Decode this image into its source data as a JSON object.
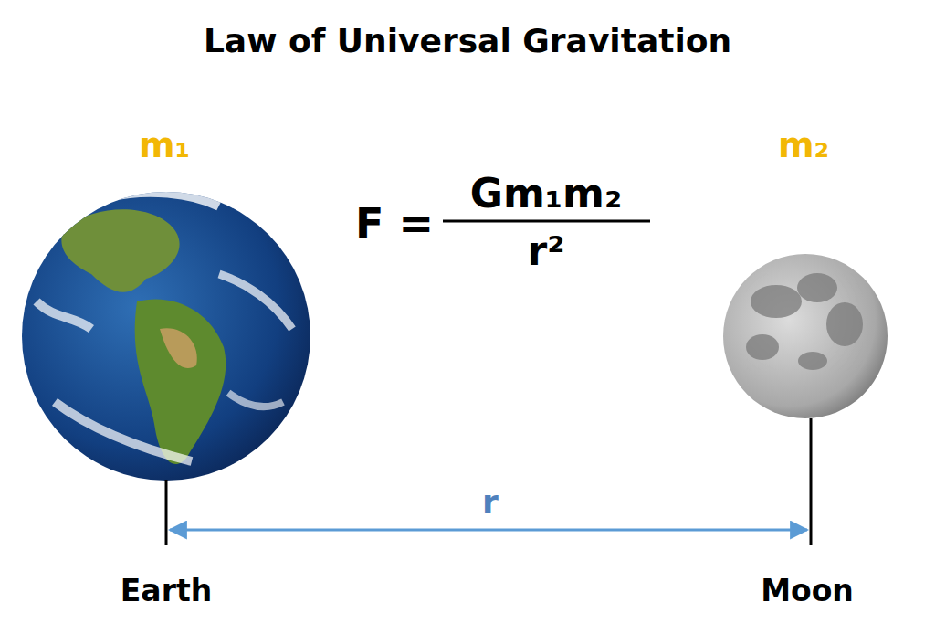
{
  "diagram": {
    "title": "Law of Universal Gravitation",
    "labels": [
      "m₁",
      "F =",
      "Gm₁m₂",
      "r²",
      "m₂",
      "r",
      "Earth",
      "Moon"
    ]
  }
}
